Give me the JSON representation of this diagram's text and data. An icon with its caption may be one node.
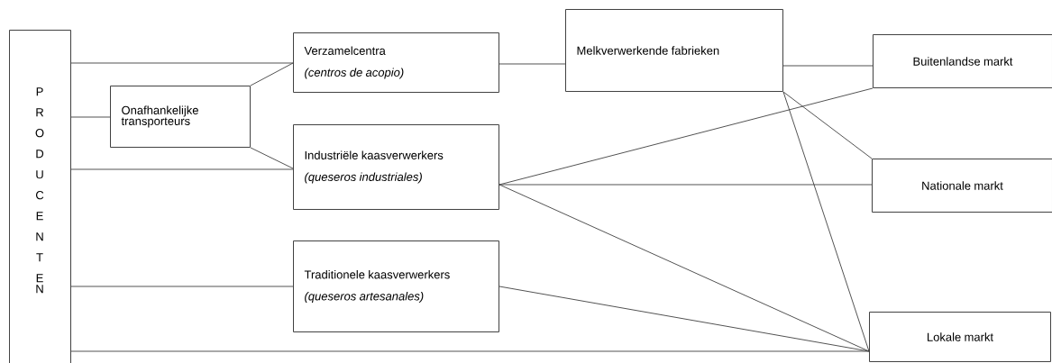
{
  "diagram": {
    "nodes": [
      {
        "text": [
          "PRODUCENTEN"
        ]
      },
      {
        "text": [
          "Onafhankelijke transporteurs"
        ]
      },
      {
        "text": [
          "Verzamelcentra",
          "(centros de acopio)"
        ]
      },
      {
        "text": [
          "Industriële kaasverwerkers",
          "(queseros industriales)"
        ]
      },
      {
        "text": [
          "Traditionele kaasverwerkers",
          "(queseros artesanales)"
        ]
      },
      {
        "text": [
          "Melkverwerkende fabrieken"
        ]
      },
      {
        "text": [
          "Buitenlandse markt"
        ]
      },
      {
        "text": [
          "Nationale markt"
        ]
      },
      {
        "text": [
          "Lokale markt"
        ]
      }
    ],
    "edges": [
      {
        "from": 0,
        "to": 2,
        "arrow": "none"
      },
      {
        "from": 0,
        "to": 1,
        "arrow": "none"
      },
      {
        "from": 1,
        "to": 2,
        "arrow": "none"
      },
      {
        "from": 1,
        "to": 3,
        "arrow": "none"
      },
      {
        "from": 0,
        "to": 3,
        "arrow": "none"
      },
      {
        "from": 0,
        "to": 4,
        "arrow": "none"
      },
      {
        "from": 0,
        "to": 8,
        "arrow": "none"
      },
      {
        "from": 2,
        "to": 5,
        "arrow": "none"
      },
      {
        "from": 5,
        "to": 6,
        "arrow": "none"
      },
      {
        "from": 5,
        "to": 7,
        "arrow": "none"
      },
      {
        "from": 5,
        "to": 8,
        "arrow": "none"
      },
      {
        "from": 3,
        "to": 6,
        "arrow": "none"
      },
      {
        "from": 3,
        "to": 7,
        "arrow": "none"
      },
      {
        "from": 3,
        "to": 8,
        "arrow": "none"
      },
      {
        "from": 4,
        "to": 8,
        "arrow": "none"
      }
    ]
  }
}
